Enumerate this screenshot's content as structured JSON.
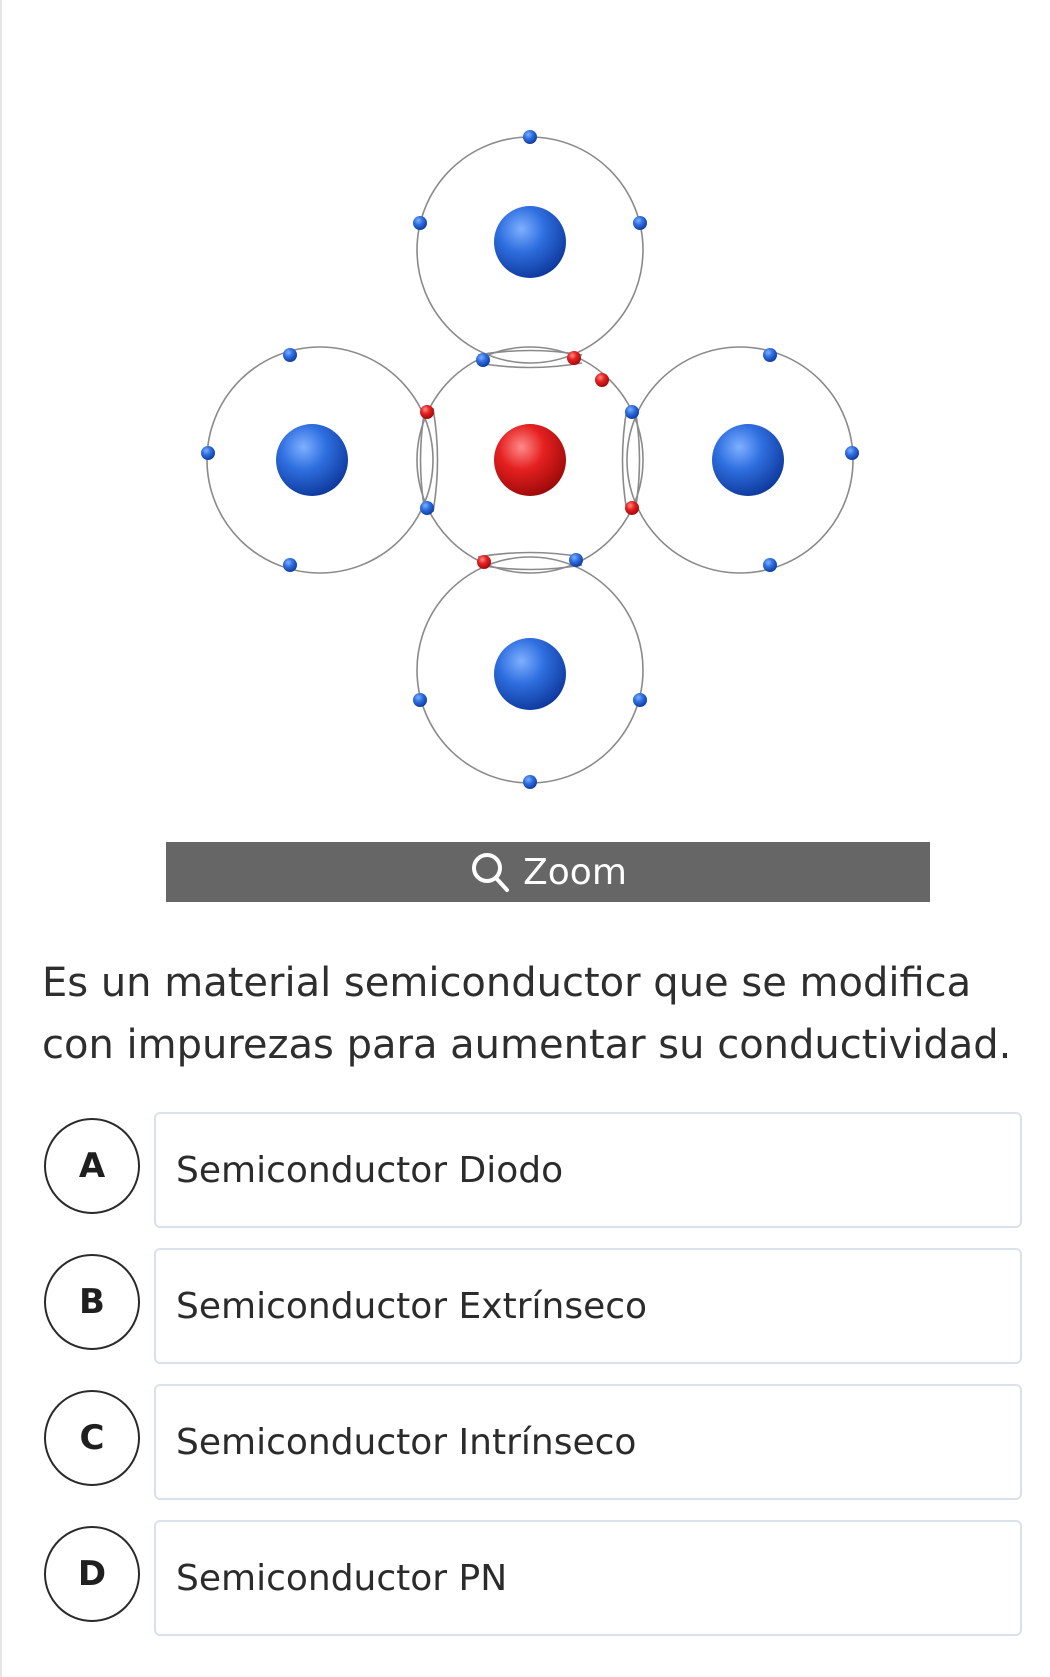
{
  "zoom": {
    "label": "Zoom",
    "icon": "magnifier-icon"
  },
  "question": {
    "text": "Es un material semiconductor que se modifica con impurezas para aumentar su conductividad."
  },
  "options": [
    {
      "letter": "A",
      "text": "Semiconductor Diodo"
    },
    {
      "letter": "B",
      "text": "Semiconductor Extrínseco"
    },
    {
      "letter": "C",
      "text": "Semiconductor Intrínseco"
    },
    {
      "letter": "D",
      "text": "Semiconductor PN"
    }
  ],
  "colors": {
    "zoom_bar": "#666666",
    "atom_blue": "#2f6fe0",
    "atom_red": "#e02020"
  }
}
